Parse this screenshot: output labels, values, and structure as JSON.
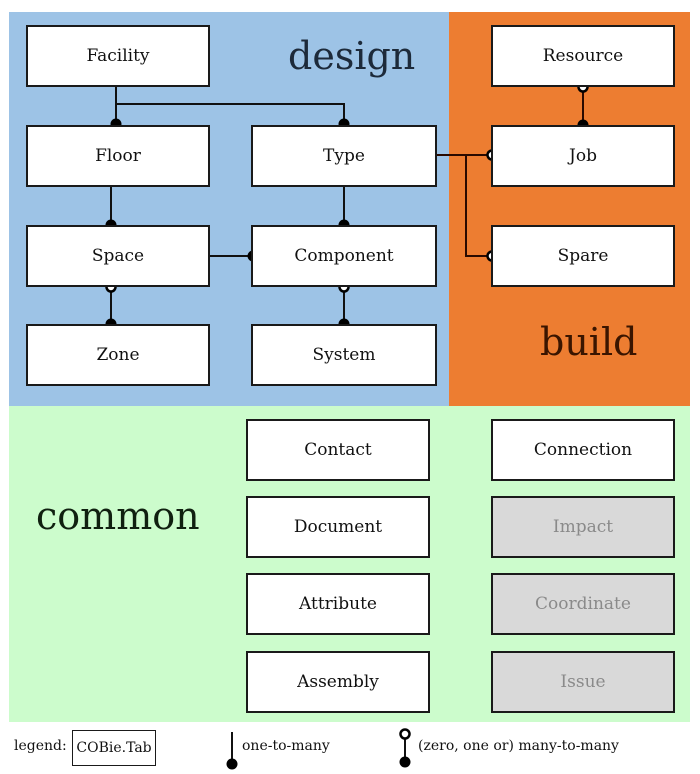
{
  "regions": {
    "design": {
      "label": "design",
      "color": "#9dc3e6"
    },
    "build": {
      "label": "build",
      "color": "#ed7d31"
    },
    "common": {
      "label": "common",
      "color": "#ccfccc"
    }
  },
  "tables": {
    "facility": "Facility",
    "floor": "Floor",
    "type": "Type",
    "space": "Space",
    "component": "Component",
    "zone": "Zone",
    "system": "System",
    "resource": "Resource",
    "job": "Job",
    "spare": "Spare",
    "contact": "Contact",
    "document": "Document",
    "attribute": "Attribute",
    "assembly": "Assembly",
    "connection": "Connection",
    "impact": "Impact",
    "coordinate": "Coordinate",
    "issue": "Issue"
  },
  "relationships": [
    {
      "from": "Facility",
      "to": "Floor",
      "kind": "one-to-many"
    },
    {
      "from": "Facility",
      "to": "Type",
      "kind": "one-to-many"
    },
    {
      "from": "Floor",
      "to": "Space",
      "kind": "one-to-many"
    },
    {
      "from": "Type",
      "to": "Component",
      "kind": "one-to-many"
    },
    {
      "from": "Space",
      "to": "Component",
      "kind": "one-to-many"
    },
    {
      "from": "Space",
      "to": "Zone",
      "kind": "many-to-many"
    },
    {
      "from": "Component",
      "to": "System",
      "kind": "many-to-many"
    },
    {
      "from": "Resource",
      "to": "Job",
      "kind": "many-to-many"
    },
    {
      "from": "Type",
      "to": "Job",
      "kind": "many-to-many"
    },
    {
      "from": "Type",
      "to": "Spare",
      "kind": "many-to-many"
    }
  ],
  "legend": {
    "title": "legend:",
    "tab_sample": "COBie.Tab",
    "one_to_many": "one-to-many",
    "many_to_many": "(zero, one or) many-to-many"
  }
}
